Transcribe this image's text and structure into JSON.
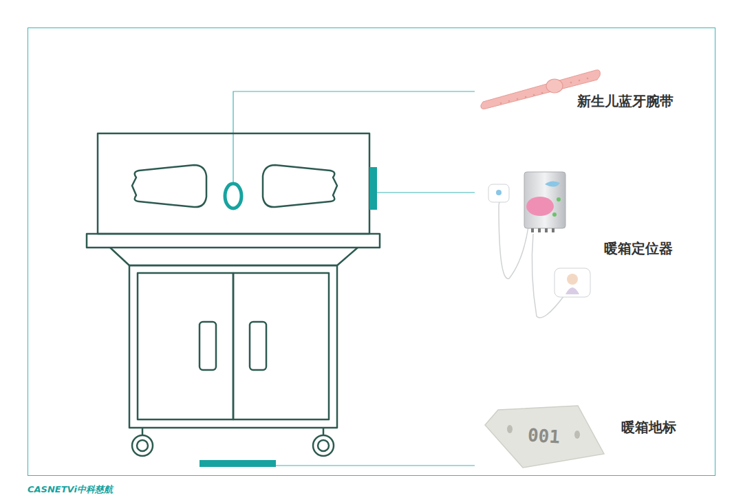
{
  "diagram": {
    "nodes": [
      {
        "text": [
          "001"
        ]
      }
    ],
    "labels": [
      "新生儿蓝牙腕带",
      "暖箱定位器",
      "暖箱地标",
      "CASNETVi中科慈航"
    ]
  }
}
